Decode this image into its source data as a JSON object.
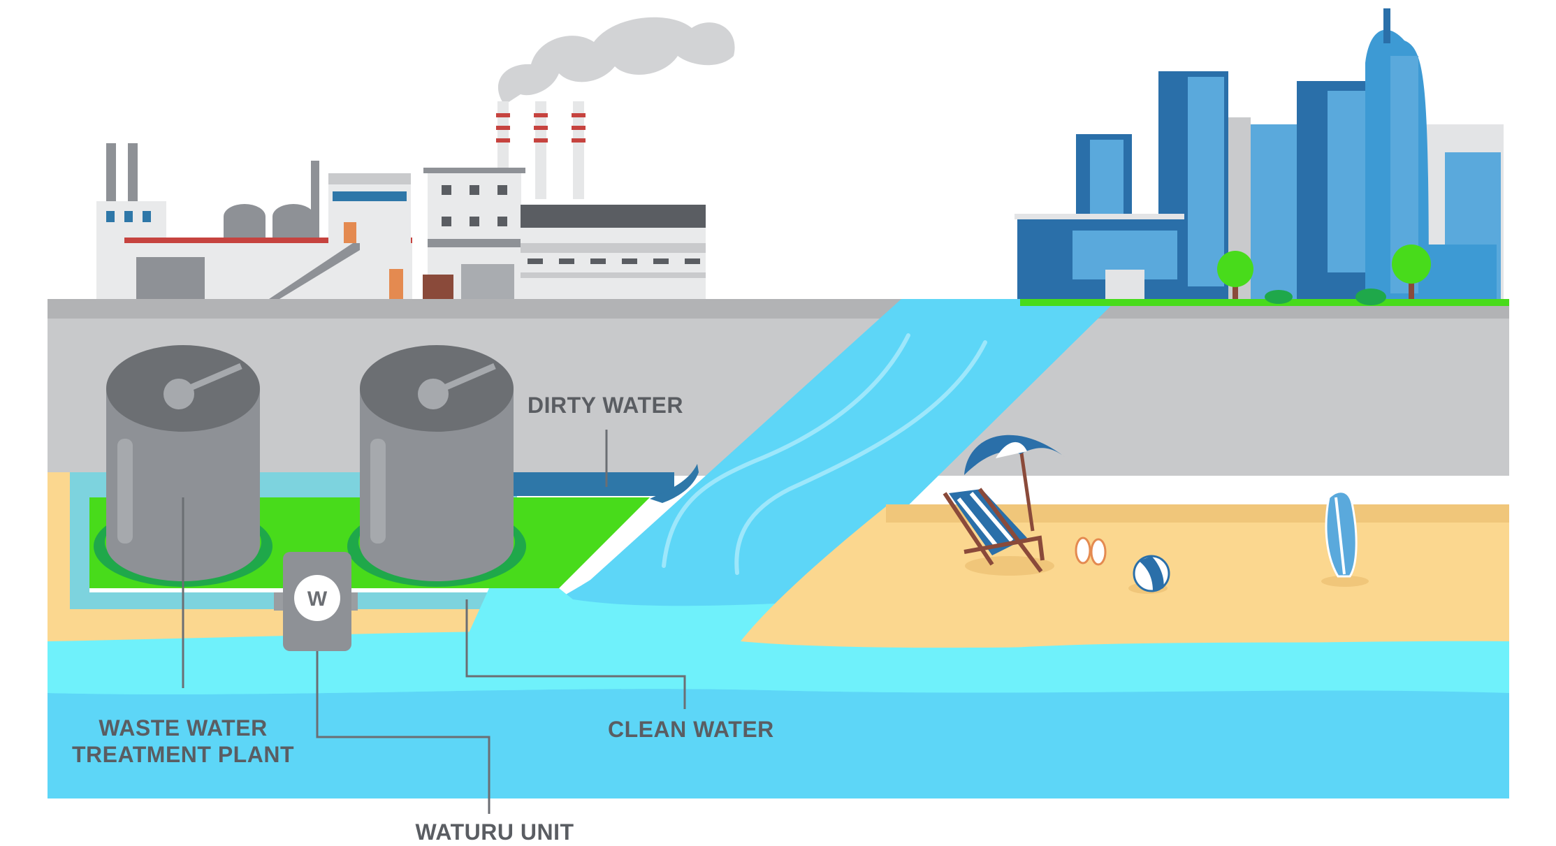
{
  "labels": {
    "dirty_water": "DIRTY WATER",
    "clean_water": "CLEAN WATER",
    "plant_line1": "WASTE WATER",
    "plant_line2": "TREATMENT PLANT",
    "waturu_unit": "WATURU UNIT",
    "unit_badge": "W"
  },
  "colors": {
    "ground_gray": "#c8c9cb",
    "deep_water": "#5dd6f7",
    "light_water": "#6ff1fb",
    "sand": "#fbd78f",
    "grass": "#48db1b",
    "tank": "#8e9196",
    "tank_top": "#6c6f73",
    "label": "#5a5d62",
    "dirty_pipe": "#2e77a8",
    "building_blue": "#2a6fa9",
    "building_light": "#3d9ad4"
  },
  "icons": {
    "factory": "factory-icon",
    "city": "city-skyline-icon",
    "umbrella": "beach-umbrella-icon",
    "chair": "beach-chair-icon",
    "flip_flops": "flip-flops-icon",
    "ball": "beach-ball-icon",
    "surfboard": "surfboard-icon",
    "tree": "tree-icon"
  }
}
